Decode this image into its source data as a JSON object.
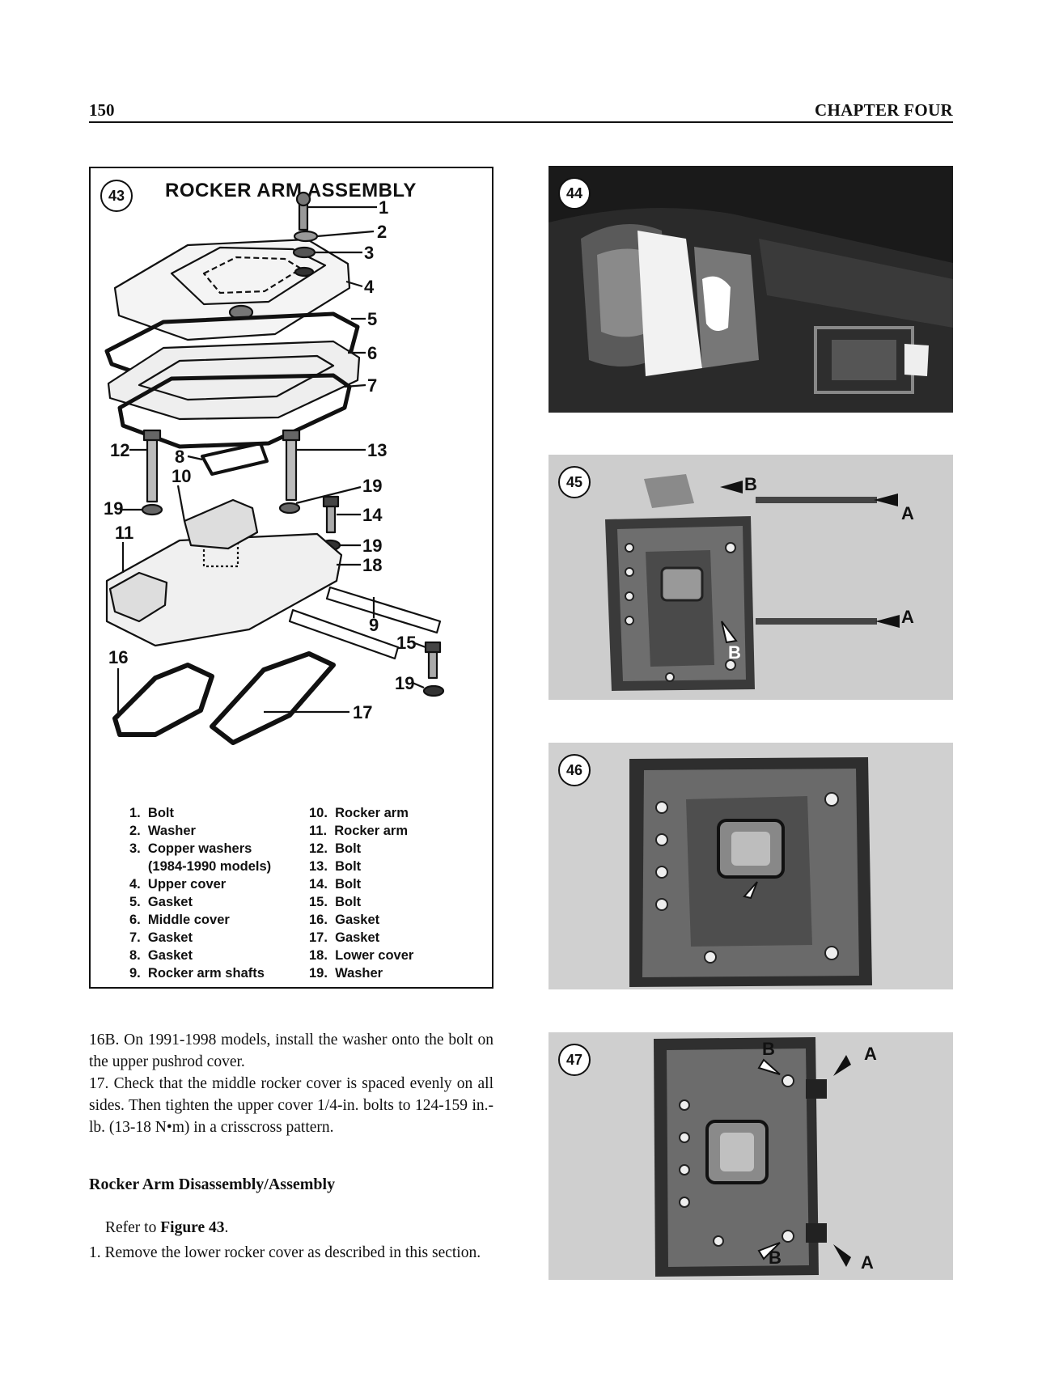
{
  "header": {
    "page_number": "150",
    "chapter": "CHAPTER FOUR"
  },
  "figure43": {
    "number": "43",
    "title": "ROCKER ARM ASSEMBLY",
    "callouts": [
      "1",
      "2",
      "3",
      "4",
      "5",
      "6",
      "7",
      "8",
      "9",
      "10",
      "11",
      "12",
      "13",
      "14",
      "15",
      "16",
      "17",
      "18",
      "19",
      "19",
      "19",
      "19"
    ],
    "legend_left": [
      "1.  Bolt",
      "2.  Washer",
      "3.  Copper washers",
      "     (1984-1990 models)",
      "4.  Upper cover",
      "5.  Gasket",
      "6.  Middle cover",
      "7.  Gasket",
      "8.  Gasket",
      "9.  Rocker arm shafts"
    ],
    "legend_right": [
      "10.  Rocker arm",
      "11.  Rocker arm",
      "12.  Bolt",
      "13.  Bolt",
      "14.  Bolt",
      "15.  Bolt",
      "16.  Gasket",
      "17.  Gasket",
      "18.  Lower cover",
      "19.  Washer"
    ]
  },
  "photos": {
    "p44": {
      "number": "44"
    },
    "p45": {
      "number": "45",
      "labels": [
        "B",
        "A",
        "A",
        "B"
      ]
    },
    "p46": {
      "number": "46"
    },
    "p47": {
      "number": "47",
      "labels": [
        "B",
        "A",
        "B",
        "A"
      ]
    }
  },
  "body": {
    "p1": "16B. On 1991-1998 models, install the washer onto the bolt on the upper pushrod cover.",
    "p2": "17. Check that the middle rocker cover is spaced evenly on all sides. Then tighten the upper cover 1/4-in. bolts to 124-159 in.-lb. (13-18 N•m) in a crisscross pattern.",
    "section_heading": "Rocker Arm Disassembly/Assembly",
    "p3_prefix": "Refer to ",
    "p3_bold": "Figure 43",
    "p3_suffix": ".",
    "p4": "1. Remove the lower rocker cover as described in this section."
  }
}
